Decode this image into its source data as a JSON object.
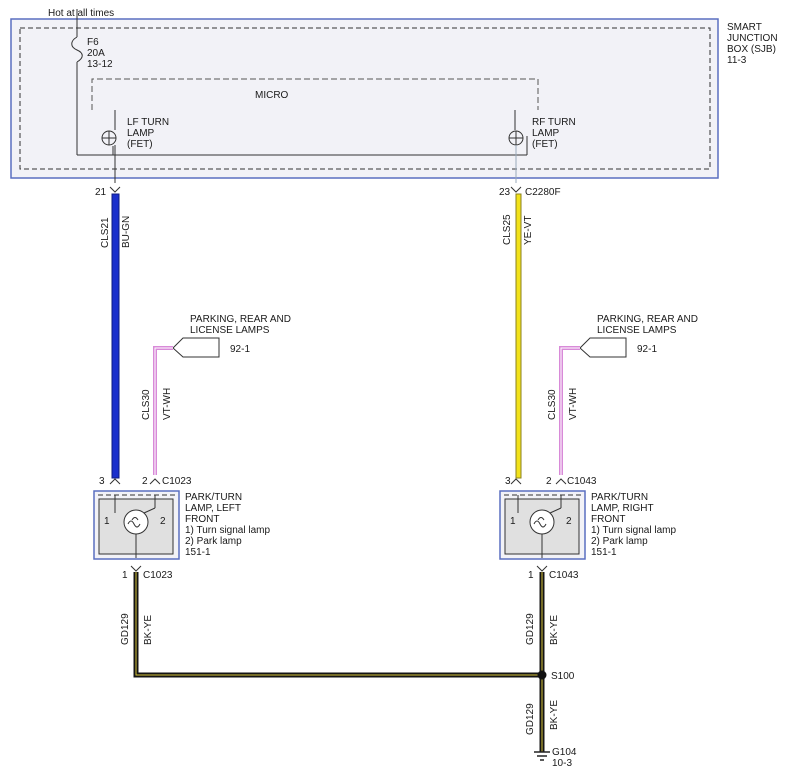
{
  "header": {
    "hot_label": "Hot at all times"
  },
  "fuse": {
    "id": "F6",
    "rating": "20A",
    "ref": "13-12"
  },
  "sjb": {
    "line1": "SMART",
    "line2": "JUNCTION",
    "line3": "BOX (SJB)",
    "ref": "11-3"
  },
  "micro": {
    "label": "MICRO"
  },
  "lf_fet": {
    "line1": "LF TURN",
    "line2": "LAMP",
    "line3": "(FET)"
  },
  "rf_fet": {
    "line1": "RF TURN",
    "line2": "LAMP",
    "line3": "(FET)"
  },
  "wires": {
    "left_main": {
      "pin_top": "21",
      "circuit": "CLS21",
      "color_code": "BU-GN",
      "color": "#1a2fcc"
    },
    "right_main": {
      "pin_top": "23",
      "connector": "C2280F",
      "circuit": "CLS25",
      "color_code": "YE-VT",
      "color": "#f2e21a"
    },
    "left_park": {
      "circuit": "CLS30",
      "color_code": "VT-WH",
      "color": "#d88ad8"
    },
    "right_park": {
      "circuit": "CLS30",
      "color_code": "VT-WH",
      "color": "#d88ad8"
    },
    "ground_left": {
      "circuit": "GD129",
      "color_code": "BK-YE",
      "color": "#141414"
    },
    "ground_right": {
      "circuit": "GD129",
      "color_code": "BK-YE",
      "color": "#141414"
    },
    "ground_bottom": {
      "circuit": "GD129",
      "color_code": "BK-YE",
      "color": "#141414"
    },
    "trace_color": "#d6c43a"
  },
  "park_left": {
    "line1": "PARKING, REAR AND",
    "line2": "LICENSE LAMPS",
    "ref": "92-1"
  },
  "park_right": {
    "line1": "PARKING, REAR AND",
    "line2": "LICENSE LAMPS",
    "ref": "92-1"
  },
  "lamp_left": {
    "pin3": "3",
    "pin2": "2",
    "connector_top": "C1023",
    "title1": "PARK/TURN",
    "title2": "LAMP, LEFT",
    "title3": "FRONT",
    "item1": "1) Turn signal lamp",
    "item2": "2) Park lamp",
    "ref": "151-1",
    "inner1": "1",
    "inner2": "2",
    "pin1": "1",
    "connector_bottom": "C1023"
  },
  "lamp_right": {
    "pin3": "3",
    "pin2": "2",
    "connector_top": "C1043",
    "title1": "PARK/TURN",
    "title2": "LAMP, RIGHT",
    "title3": "FRONT",
    "item1": "1) Turn signal lamp",
    "item2": "2) Park lamp",
    "ref": "151-1",
    "inner1": "1",
    "inner2": "2",
    "pin1": "1",
    "connector_bottom": "C1043"
  },
  "splice": {
    "id": "S100"
  },
  "ground": {
    "id": "G104",
    "ref": "10-3"
  },
  "colors": {
    "frame_blue": "#5a6fc0",
    "box_fill": "#f2f2f7",
    "lamp_inner": "#e0e0e0"
  }
}
